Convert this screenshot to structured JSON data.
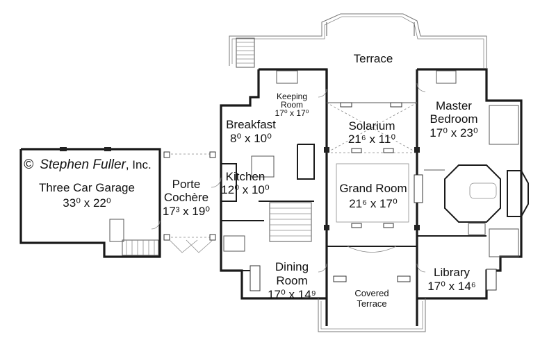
{
  "copyright": {
    "symbol": "©",
    "name": "Stephen Fuller",
    "suffix": ", Inc."
  },
  "rooms": {
    "terrace": {
      "name": "Terrace"
    },
    "keeping_room": {
      "name1": "Keeping",
      "name2": "Room",
      "size": "17⁰ x 17⁰"
    },
    "solarium": {
      "name": "Solarium",
      "size": "21⁶ x 11⁰"
    },
    "master_bedroom": {
      "name1": "Master",
      "name2": "Bedroom",
      "size": "17⁰ x 23⁰"
    },
    "breakfast": {
      "name": "Breakfast",
      "size": "8⁰ x 10⁰"
    },
    "kitchen": {
      "name": "Kitchen",
      "size": "12⁰ x 10⁰"
    },
    "grand_room": {
      "name": "Grand Room",
      "size": "21⁶ x 17⁰"
    },
    "three_car_garage": {
      "name": "Three Car Garage",
      "size": "33⁰ x 22⁰"
    },
    "porte_cochere": {
      "name1": "Porte",
      "name2": "Cochère",
      "size": "17³ x 19⁰"
    },
    "dining_room": {
      "name1": "Dining",
      "name2": "Room",
      "size": "17⁰ x 14⁹"
    },
    "library": {
      "name": "Library",
      "size": "17⁰ x 14⁶"
    },
    "covered_terrace": {
      "name1": "Covered",
      "name2": "Terrace"
    }
  }
}
